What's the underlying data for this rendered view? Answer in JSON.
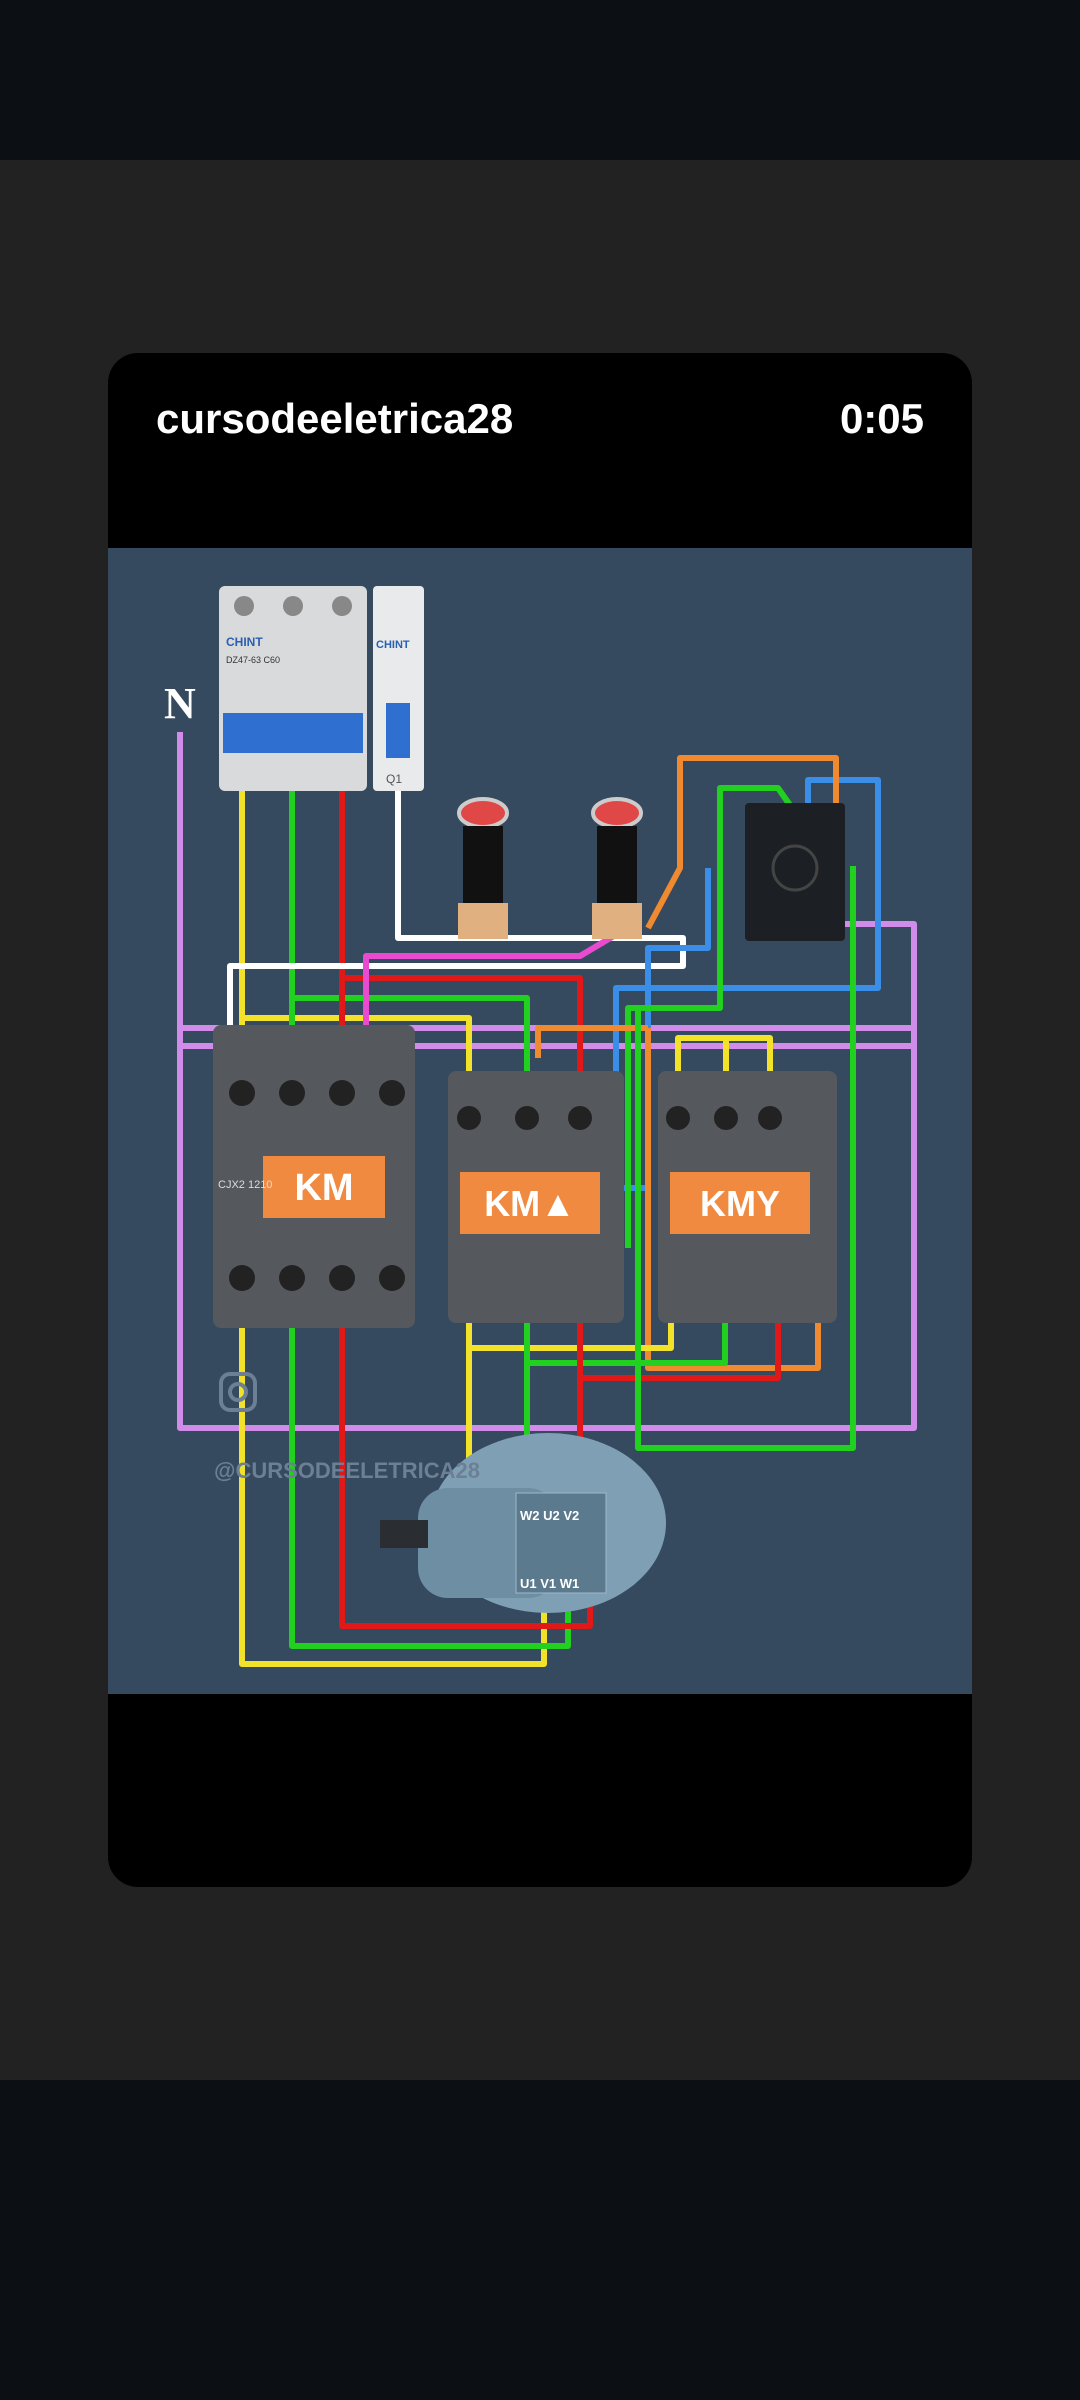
{
  "post": {
    "username": "cursodeeletrica28",
    "timestamp": "0:05"
  },
  "diagram": {
    "neutral_label": "N",
    "breaker_brand": "CHINT",
    "breaker_model": "DZ47-63 C60",
    "breaker_1p_label": "Q1",
    "contactor_main_label": "KM",
    "contactor_delta_label": "KM▲",
    "contactor_star_label": "KMY",
    "contactor_model": "CJX2 1210",
    "motor_top_terminals": "W2 U2 V2",
    "motor_bottom_terminals": "U1 V1 W1",
    "watermark": "@CURSODEELETRICA28",
    "wire_colors": {
      "L1": "#f2e22a",
      "L2": "#22d020",
      "L3": "#e01818",
      "neutral": "#d08ce8",
      "control": "#ffffff",
      "magenta": "#e84ad0",
      "blue": "#3a8ee8",
      "orange": "#f08a30"
    }
  }
}
